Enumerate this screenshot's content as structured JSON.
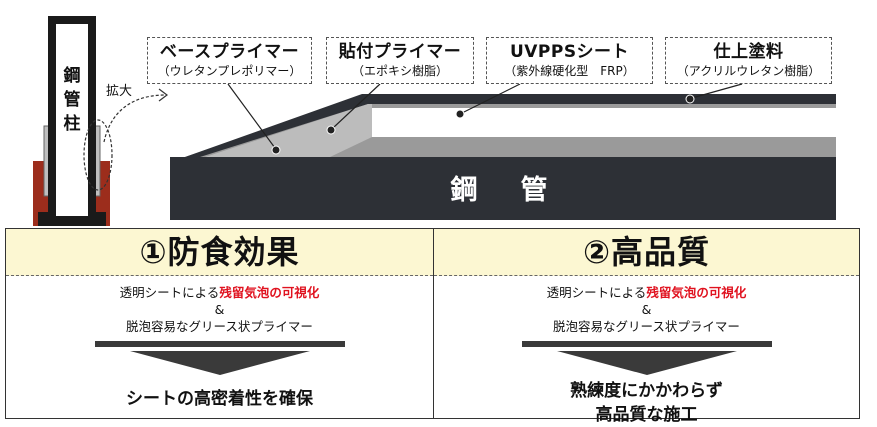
{
  "pillar": {
    "label": "鋼\n管\n柱"
  },
  "zoom_label": "拡大",
  "steel_pipe_label": "鋼　管",
  "layers": [
    {
      "main": "ベースプライマー",
      "sub": "（ウレタンプレポリマー）"
    },
    {
      "main": "貼付プライマー",
      "sub": "（エポキシ樹脂）"
    },
    {
      "main": "UVPPSシート",
      "sub": "（紫外線硬化型　FRP）"
    },
    {
      "main": "仕上塗料",
      "sub": "（アクリルウレタン樹脂）"
    }
  ],
  "panels": [
    {
      "title": "①防食効果",
      "line1_pre": "透明シートによる",
      "line1_red": "残留気泡の可視化",
      "amp": "&",
      "line2": "脱泡容易なグリース状プライマー",
      "result1": "シートの高密着性を確保",
      "result2": ""
    },
    {
      "title": "②高品質",
      "line1_pre": "透明シートによる",
      "line1_red": "残留気泡の可視化",
      "amp": "&",
      "line2": "脱泡容易なグリース状プライマー",
      "result1": "熟練度にかかわらず",
      "result2": "高品質な施工"
    }
  ],
  "colors": {
    "steel": "#2d3036",
    "primer": "#9a9a9a",
    "rust": "#9c2d1c",
    "panel_head": "#fcf7d2",
    "highlight": "#e0121f"
  }
}
